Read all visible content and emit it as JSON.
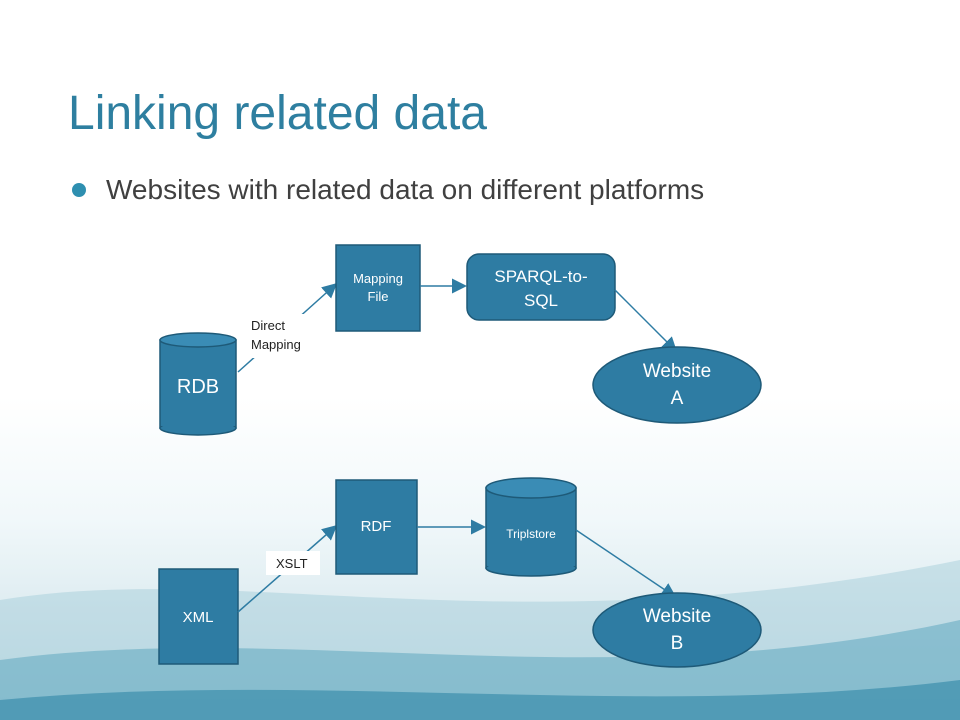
{
  "slide": {
    "title": "Linking related data",
    "bullet": "Websites with related data on different platforms"
  },
  "diagram": {
    "top": {
      "source": "RDB",
      "edge_label_line1": "Direct",
      "edge_label_line2": "Mapping",
      "intermediate_line1": "Mapping",
      "intermediate_line2": "File",
      "processor_line1": "SPARQL-to-",
      "processor_line2": "SQL",
      "target_line1": "Website",
      "target_line2": "A"
    },
    "bottom": {
      "source": "XML",
      "edge_label": "XSLT",
      "intermediate": "RDF",
      "store": "Triplstore",
      "target_line1": "Website",
      "target_line2": "B"
    }
  },
  "colors": {
    "node_fill": "#2e7ca3",
    "node_stroke": "#1e5a78",
    "accent": "#2e7fa0"
  }
}
